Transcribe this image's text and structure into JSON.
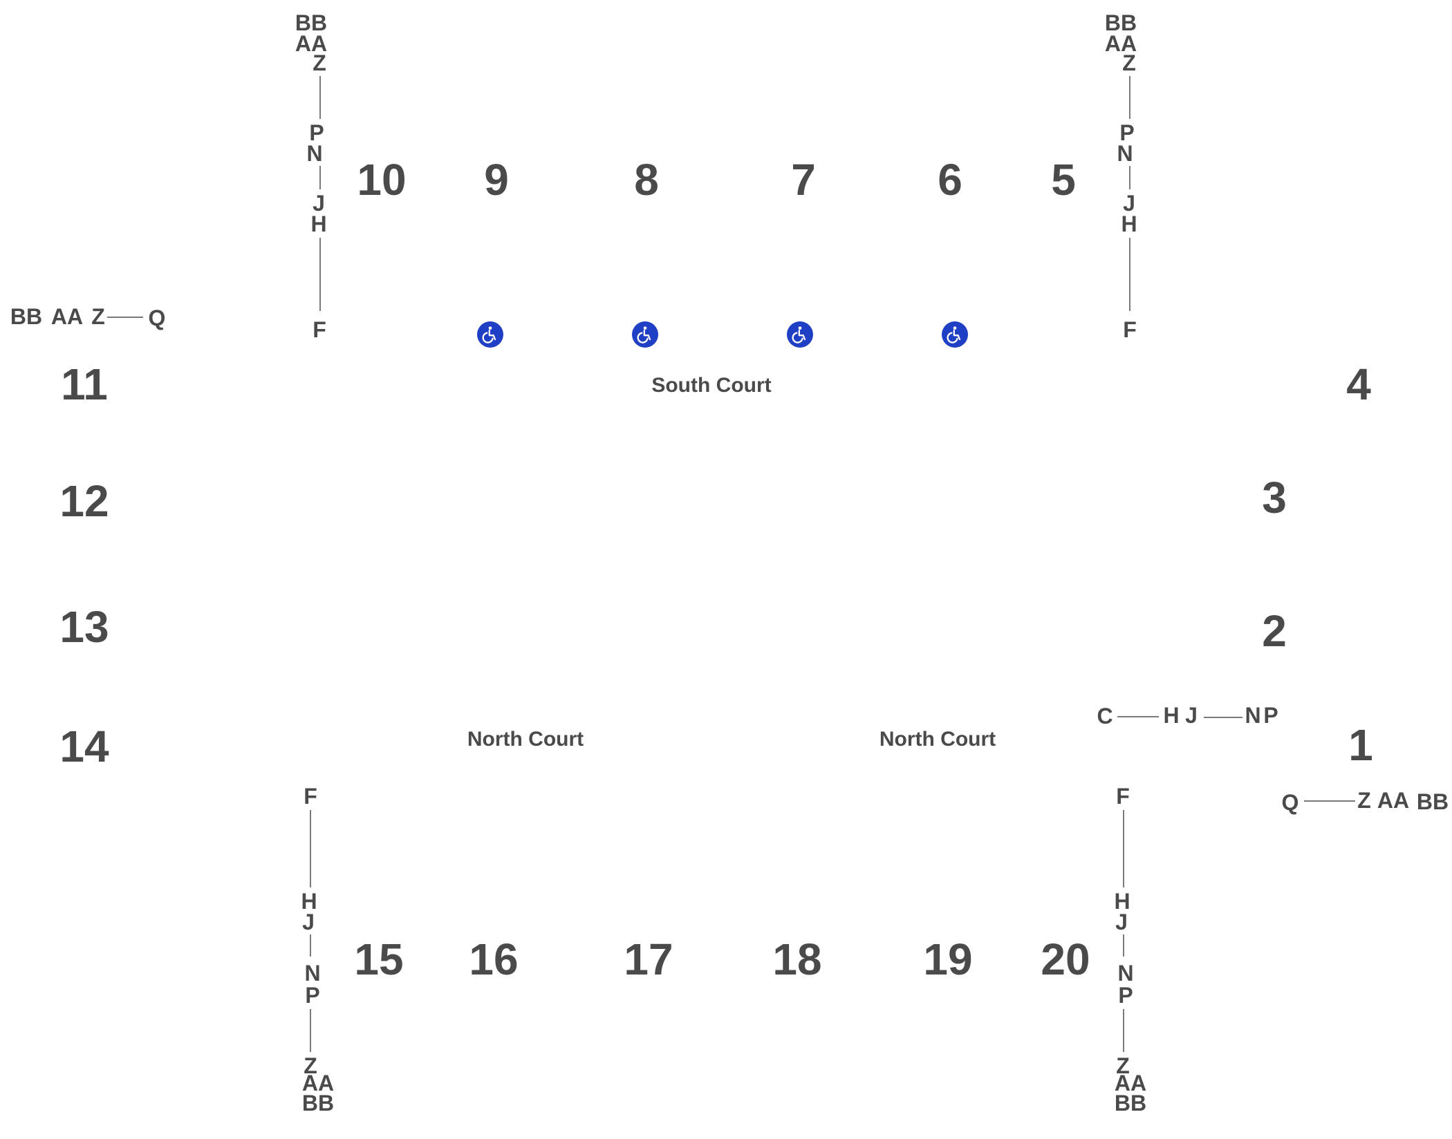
{
  "courts": {
    "south": "South Court",
    "north_left": "North Court",
    "north_right": "North Court"
  },
  "sections": [
    "1",
    "2",
    "3",
    "4",
    "5",
    "6",
    "7",
    "8",
    "9",
    "10",
    "11",
    "12",
    "13",
    "14",
    "15",
    "16",
    "17",
    "18",
    "19",
    "20"
  ],
  "rows": {
    "nw": [
      "BB",
      "AA",
      "Z",
      "P",
      "N",
      "J",
      "H",
      "F"
    ],
    "ne": [
      "BB",
      "AA",
      "Z",
      "P",
      "N",
      "J",
      "H",
      "F"
    ],
    "west": [
      "BB",
      "AA",
      "Z",
      "Q"
    ],
    "east_upper": [
      "C",
      "H",
      "J",
      "N",
      "P"
    ],
    "east_lower": [
      "Q",
      "Z",
      "AA",
      "BB"
    ],
    "sw": [
      "F",
      "H",
      "J",
      "N",
      "P",
      "Z",
      "AA",
      "BB"
    ],
    "se": [
      "F",
      "H",
      "J",
      "N",
      "P",
      "Z",
      "AA",
      "BB"
    ]
  },
  "accessibility": {
    "icon": "wheelchair-icon",
    "color": "#1f3fc4",
    "count": 4
  },
  "colors": {
    "text": "#4a4a4a",
    "line": "#7a7a7a"
  }
}
